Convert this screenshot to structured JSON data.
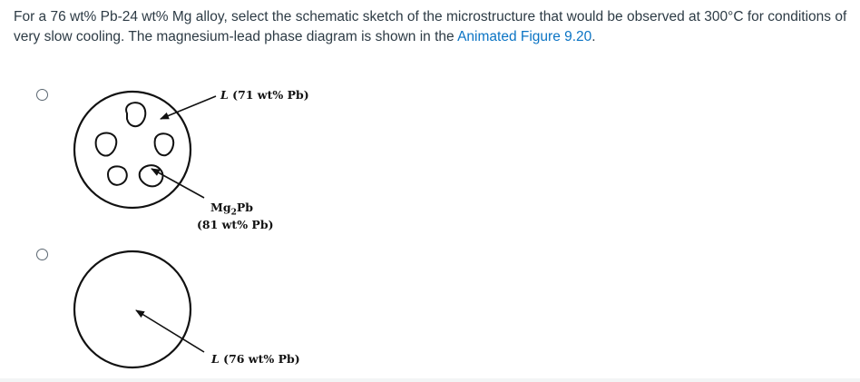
{
  "question": {
    "text_before": "For a 76 wt% Pb-24 wt% Mg alloy, select the schematic sketch of the microstructure that would be observed at 300°C for conditions of very slow cooling. The magnesium-lead phase diagram is shown in the",
    "link_text": "Animated Figure 9.20",
    "text_after": "."
  },
  "options": [
    {
      "label_L_italic": "L",
      "label_L_rest": " (71 wt% Pb)",
      "label_phase_main": "Mg",
      "label_phase_sub": "2",
      "label_phase_end": "Pb",
      "label_phase_comp": "(81 wt% Pb)"
    },
    {
      "label_L_italic": "L",
      "label_L_rest": " (76 wt% Pb)"
    }
  ]
}
